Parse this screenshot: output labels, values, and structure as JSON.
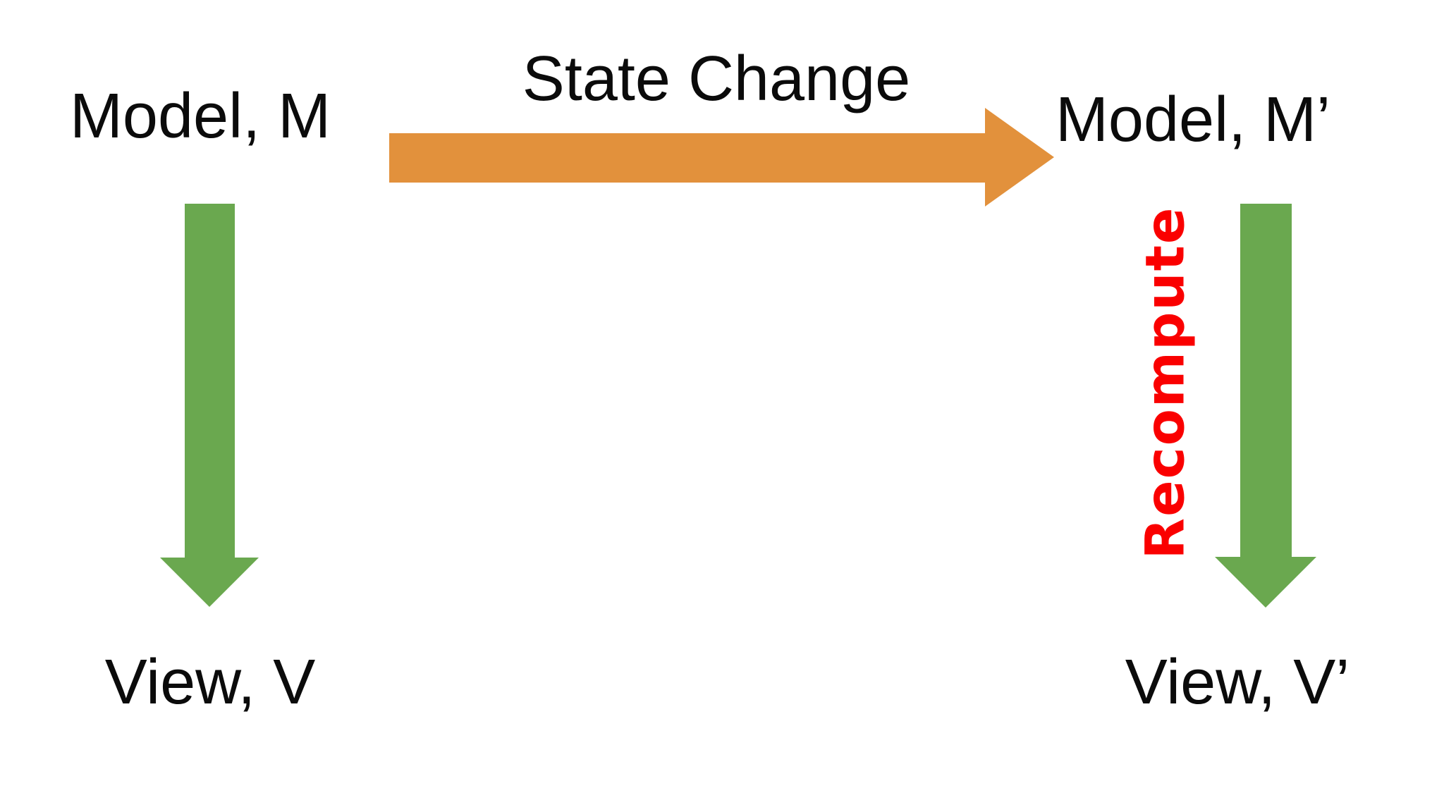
{
  "canvas": {
    "background": "#FFFFFF",
    "text_color": "#0B0B0B"
  },
  "nodes": {
    "model_left": {
      "label": "Model, M"
    },
    "model_right": {
      "label": "Model, M’"
    },
    "view_left": {
      "label": "View, V"
    },
    "view_right": {
      "label": "View, V’"
    }
  },
  "arrows": {
    "state_change": {
      "label": "State Change",
      "color": "#E2913C",
      "direction": "right"
    },
    "derive_left": {
      "color": "#6AA84F",
      "direction": "down"
    },
    "derive_right": {
      "color": "#6AA84F",
      "direction": "down"
    }
  },
  "recompute": {
    "label": "Recompute",
    "color": "#FA0000"
  }
}
